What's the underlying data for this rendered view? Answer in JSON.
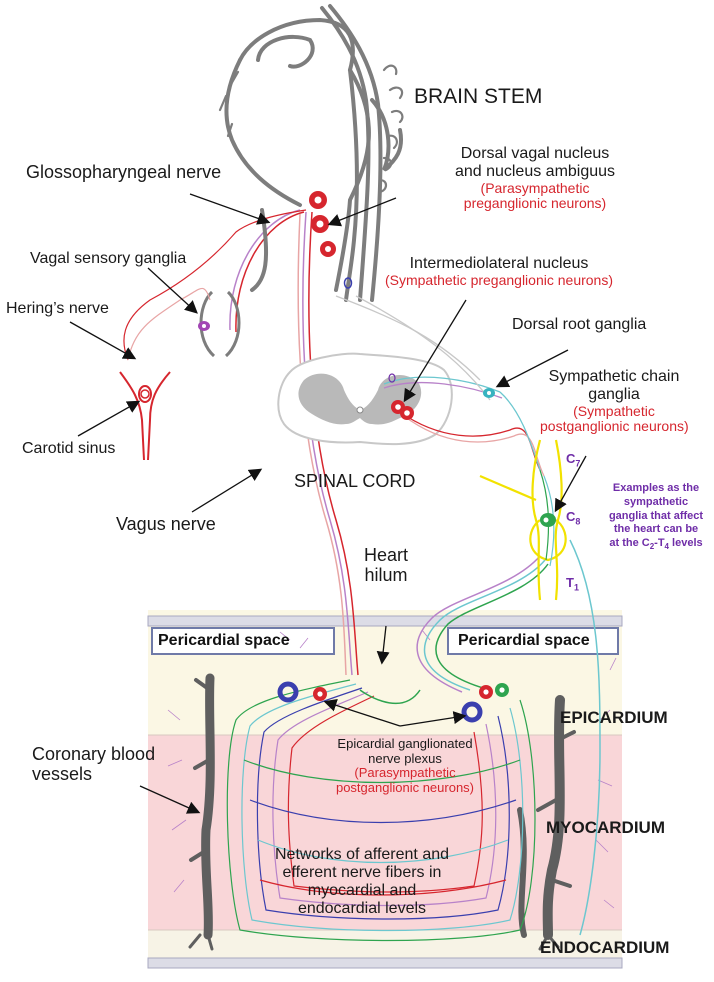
{
  "labels": {
    "brain_stem": "BRAIN STEM",
    "glossopharyngeal": "Glossopharyngeal nerve",
    "dorsal_vagal_1": "Dorsal vagal nucleus",
    "dorsal_vagal_2": "and nucleus ambiguus",
    "dorsal_vagal_sub_1": "(Parasympathetic",
    "dorsal_vagal_sub_2": "preganglionic neurons)",
    "vagal_sensory": "Vagal sensory ganglia",
    "intermediolateral": "Intermediolateral nucleus",
    "intermediolateral_sub": "(Sympathetic preganglionic neurons)",
    "herings": "Hering’s nerve",
    "dorsal_root": "Dorsal root ganglia",
    "symp_chain_1": "Sympathetic chain",
    "symp_chain_2": "ganglia",
    "symp_chain_sub_1": "(Sympathetic",
    "symp_chain_sub_2": "postganglionic neurons)",
    "carotid": "Carotid sinus",
    "spinal_cord": "SPINAL CORD",
    "vagus": "Vagus nerve",
    "c7": "C",
    "c7_sub": "7",
    "c8": "C",
    "c8_sub": "8",
    "t1": "T",
    "t1_sub": "1",
    "examples_1": "Examples as the",
    "examples_2": "sympathetic",
    "examples_3": "ganglia that affect",
    "examples_4": "the heart can be",
    "examples_5a": "at the C",
    "examples_5b": "2",
    "examples_5c": "-T",
    "examples_5d": "4",
    "examples_5e": " levels",
    "heart_hilum_1": "Heart",
    "heart_hilum_2": "hilum",
    "pericardial_left": "Pericardial space",
    "pericardial_right": "Pericardial space",
    "epicardium": "EPICARDIUM",
    "myocardium": "MYOCARDIUM",
    "endocardium": "ENDOCARDIUM",
    "coronary_1": "Coronary blood",
    "coronary_2": "vessels",
    "epi_plexus_1": "Epicardial ganglionated",
    "epi_plexus_2": "nerve plexus",
    "epi_plexus_sub_1": "(Parasympathetic",
    "epi_plexus_sub_2": "postganglionic neurons)",
    "networks_1": "Networks of afferent and",
    "networks_2": "efferent nerve fibers in",
    "networks_3": "myocardial and",
    "networks_4": "endocardial levels"
  },
  "colors": {
    "brain_outline": "#7d7d7d",
    "cord_grey": "#c8c8c8",
    "artery_red": "#d6262e",
    "parasympathetic_red": "#d6262e",
    "afferent_purple": "#b882c9",
    "sympathetic_cyan": "#6cc7cf",
    "chain_yellow": "#f2e200",
    "neuron_blue": "#3a3fae",
    "neuron_green": "#2ea44f",
    "myocardium_pink": "#f9d6d8",
    "epicardium_cream": "#fbf7e4",
    "vessel_grey": "#5f5f5f",
    "annotation_purple": "#6f2da8",
    "subtitle_red": "#d6262e"
  }
}
